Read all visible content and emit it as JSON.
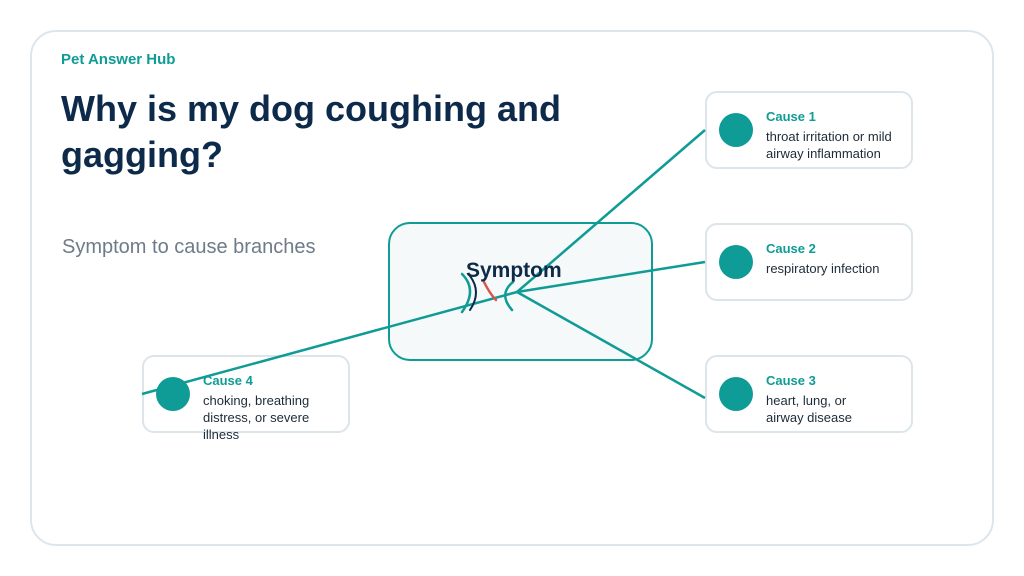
{
  "brand": "Pet Answer Hub",
  "title": "Why is my dog coughing and gagging?",
  "subtitle": "Symptom to cause branches",
  "symptom": {
    "label": "Symptom"
  },
  "causes": [
    {
      "title": "Cause 1",
      "text": "throat irritation or mild airway inflammation"
    },
    {
      "title": "Cause 2",
      "text": "respiratory infection"
    },
    {
      "title": "Cause 3",
      "text": "heart, lung, or airway disease"
    },
    {
      "title": "Cause 4",
      "text": "choking, breathing distress, or severe illness"
    }
  ],
  "colors": {
    "accent": "#0f9b96",
    "title": "#0d2a4a",
    "border": "#dde6ec",
    "icon_red": "#d9534f"
  },
  "icon": "cough-icon"
}
